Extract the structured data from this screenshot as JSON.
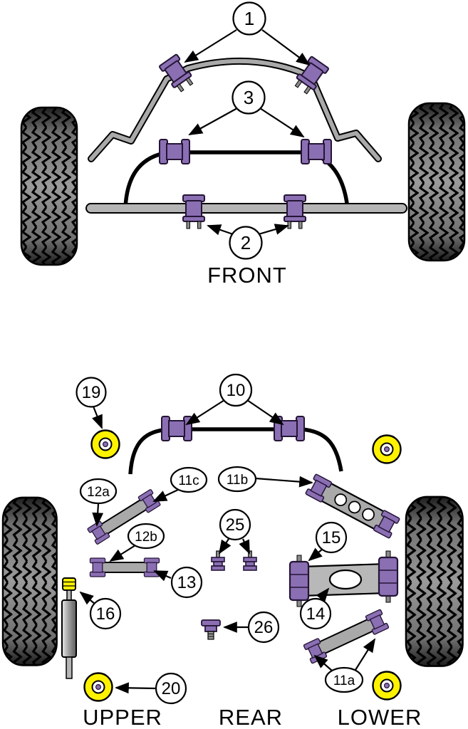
{
  "front": {
    "section_label": "FRONT",
    "callouts": {
      "c1": "1",
      "c3": "3",
      "c2": "2"
    }
  },
  "rear": {
    "labels": {
      "upper": "UPPER",
      "rear": "REAR",
      "lower": "LOWER"
    },
    "callouts": {
      "c19": "19",
      "c10": "10",
      "c12a": "12a",
      "c11c": "11c",
      "c11b": "11b",
      "c12b": "12b",
      "c25": "25",
      "c15": "15",
      "c13": "13",
      "c16": "16",
      "c14": "14",
      "c26": "26",
      "c11a": "11a",
      "c20": "20"
    }
  },
  "colors": {
    "bushing_purple": "#8B6FB3",
    "bushing_outline": "#241536",
    "highlight_yellow": "#FFF200",
    "metal_gray": "#B5B5B5",
    "line_black": "#000000"
  }
}
